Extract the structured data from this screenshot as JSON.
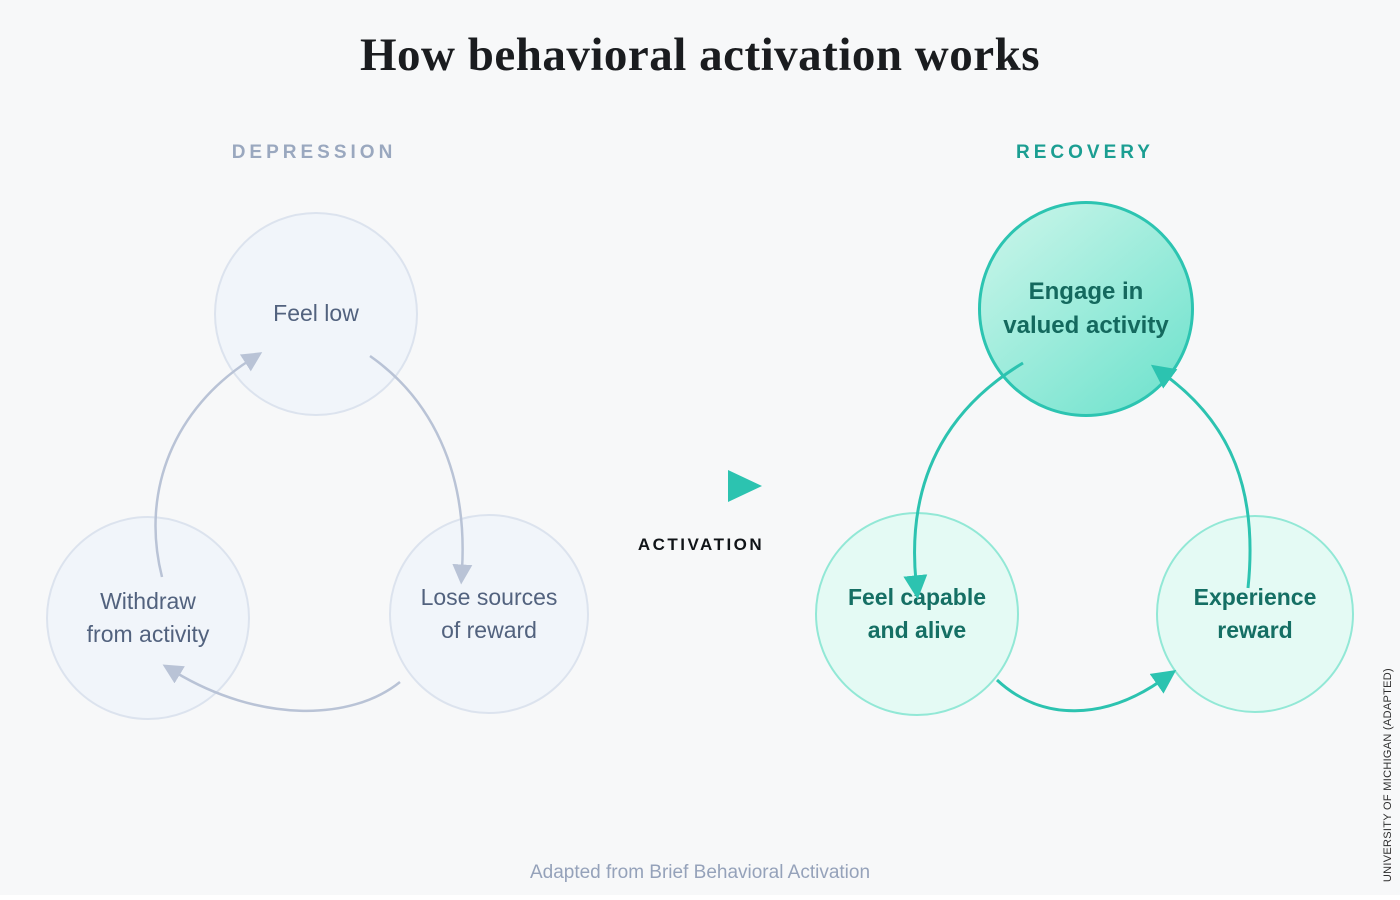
{
  "title": "How behavioral activation works",
  "caption": "Adapted from Brief Behavioral Activation",
  "credit": "UNIVERSITY OF MICHIGAN (ADAPTED)",
  "activation": {
    "label": "ACTIVATION",
    "icon": "play-triangle-right-icon"
  },
  "depression": {
    "label": "DEPRESSION",
    "nodes": [
      {
        "id": "feel-low",
        "lines": [
          "Feel low",
          ""
        ]
      },
      {
        "id": "withdraw-from-activity",
        "lines": [
          "Withdraw",
          "from activity"
        ]
      },
      {
        "id": "lose-sources-of-reward",
        "lines": [
          "Lose sources",
          "of reward"
        ]
      }
    ],
    "cycle_order": [
      "Feel low",
      "Lose sources of reward",
      "Withdraw from activity"
    ]
  },
  "recovery": {
    "label": "RECOVERY",
    "nodes": [
      {
        "id": "engage-in-valued-activity",
        "lines": [
          "Engage in",
          "valued activity"
        ]
      },
      {
        "id": "feel-capable-and-alive",
        "lines": [
          "Feel capable",
          "and alive"
        ]
      },
      {
        "id": "experience-reward",
        "lines": [
          "Experience",
          "reward"
        ]
      }
    ],
    "cycle_order": [
      "Engage in valued activity",
      "Feel capable and alive",
      "Experience reward"
    ]
  },
  "colors": {
    "background": "#f7f8f9",
    "title_text": "#1a1c1f",
    "depression_label": "#9aa8bf",
    "depression_circle_fill": "#f1f5fa",
    "depression_circle_border": "#dce3ee",
    "depression_text": "#52627e",
    "depression_arrow": "#b9c3d6",
    "recovery_label": "#1b9e92",
    "recovery_circle_fill": "#e4faf4",
    "recovery_circle_border": "#92e8d6",
    "recovery_text": "#156f64",
    "recovery_arrow": "#2cc3b0",
    "engage_fill_light": "#c8f5e9",
    "engage_fill_dark": "#6fe2cd",
    "engage_border": "#2cc4b1",
    "activation_text": "#101418",
    "caption_text": "#95a2ba"
  }
}
